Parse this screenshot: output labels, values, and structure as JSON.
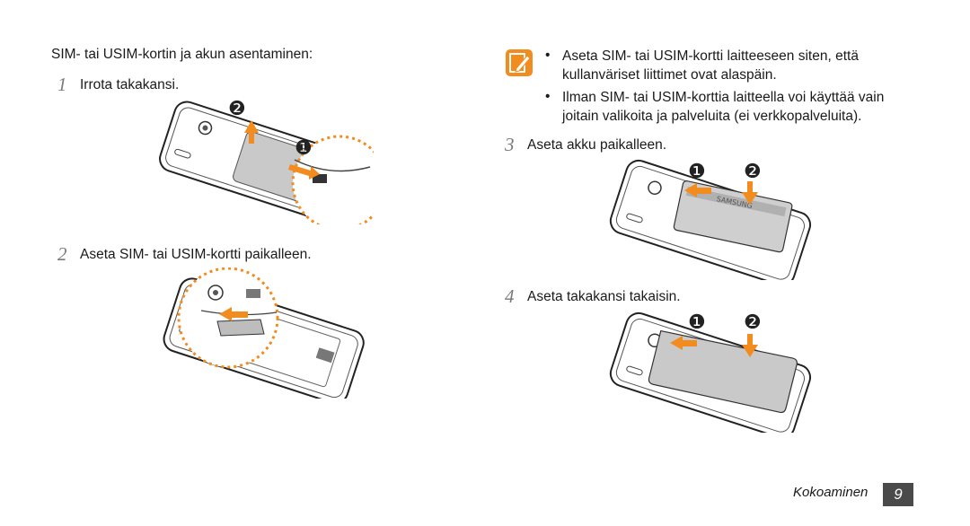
{
  "left": {
    "heading": "SIM- tai USIM-kortin ja akun asentaminen:",
    "step1": {
      "number": "1",
      "text": "Irrota takakansi."
    },
    "step2": {
      "number": "2",
      "text": "Aseta SIM- tai USIM-kortti paikalleen."
    }
  },
  "right": {
    "note": {
      "icon": "note-pencil-icon",
      "bullets": [
        [
          "Aseta SIM- tai USIM-kortti laitteeseen siten, että",
          "kullanväriset liittimet ovat alaspäin."
        ],
        [
          "Ilman SIM- tai USIM-korttia laitteella voi käyttää vain",
          "joitain valikoita ja palveluita (ei verkkopalveluita)."
        ]
      ]
    },
    "step3": {
      "number": "3",
      "text": "Aseta akku paikalleen."
    },
    "step4": {
      "number": "4",
      "text": "Aseta takakansi takaisin."
    }
  },
  "callouts": {
    "one": "❶",
    "two": "❷"
  },
  "battery_brand": "SAMSUNG",
  "footer": {
    "section": "Kokoaminen",
    "page": "9"
  },
  "colors": {
    "accent": "#f28c1e",
    "note_icon": "#f28c1e",
    "page_box": "#4a4a4a"
  }
}
